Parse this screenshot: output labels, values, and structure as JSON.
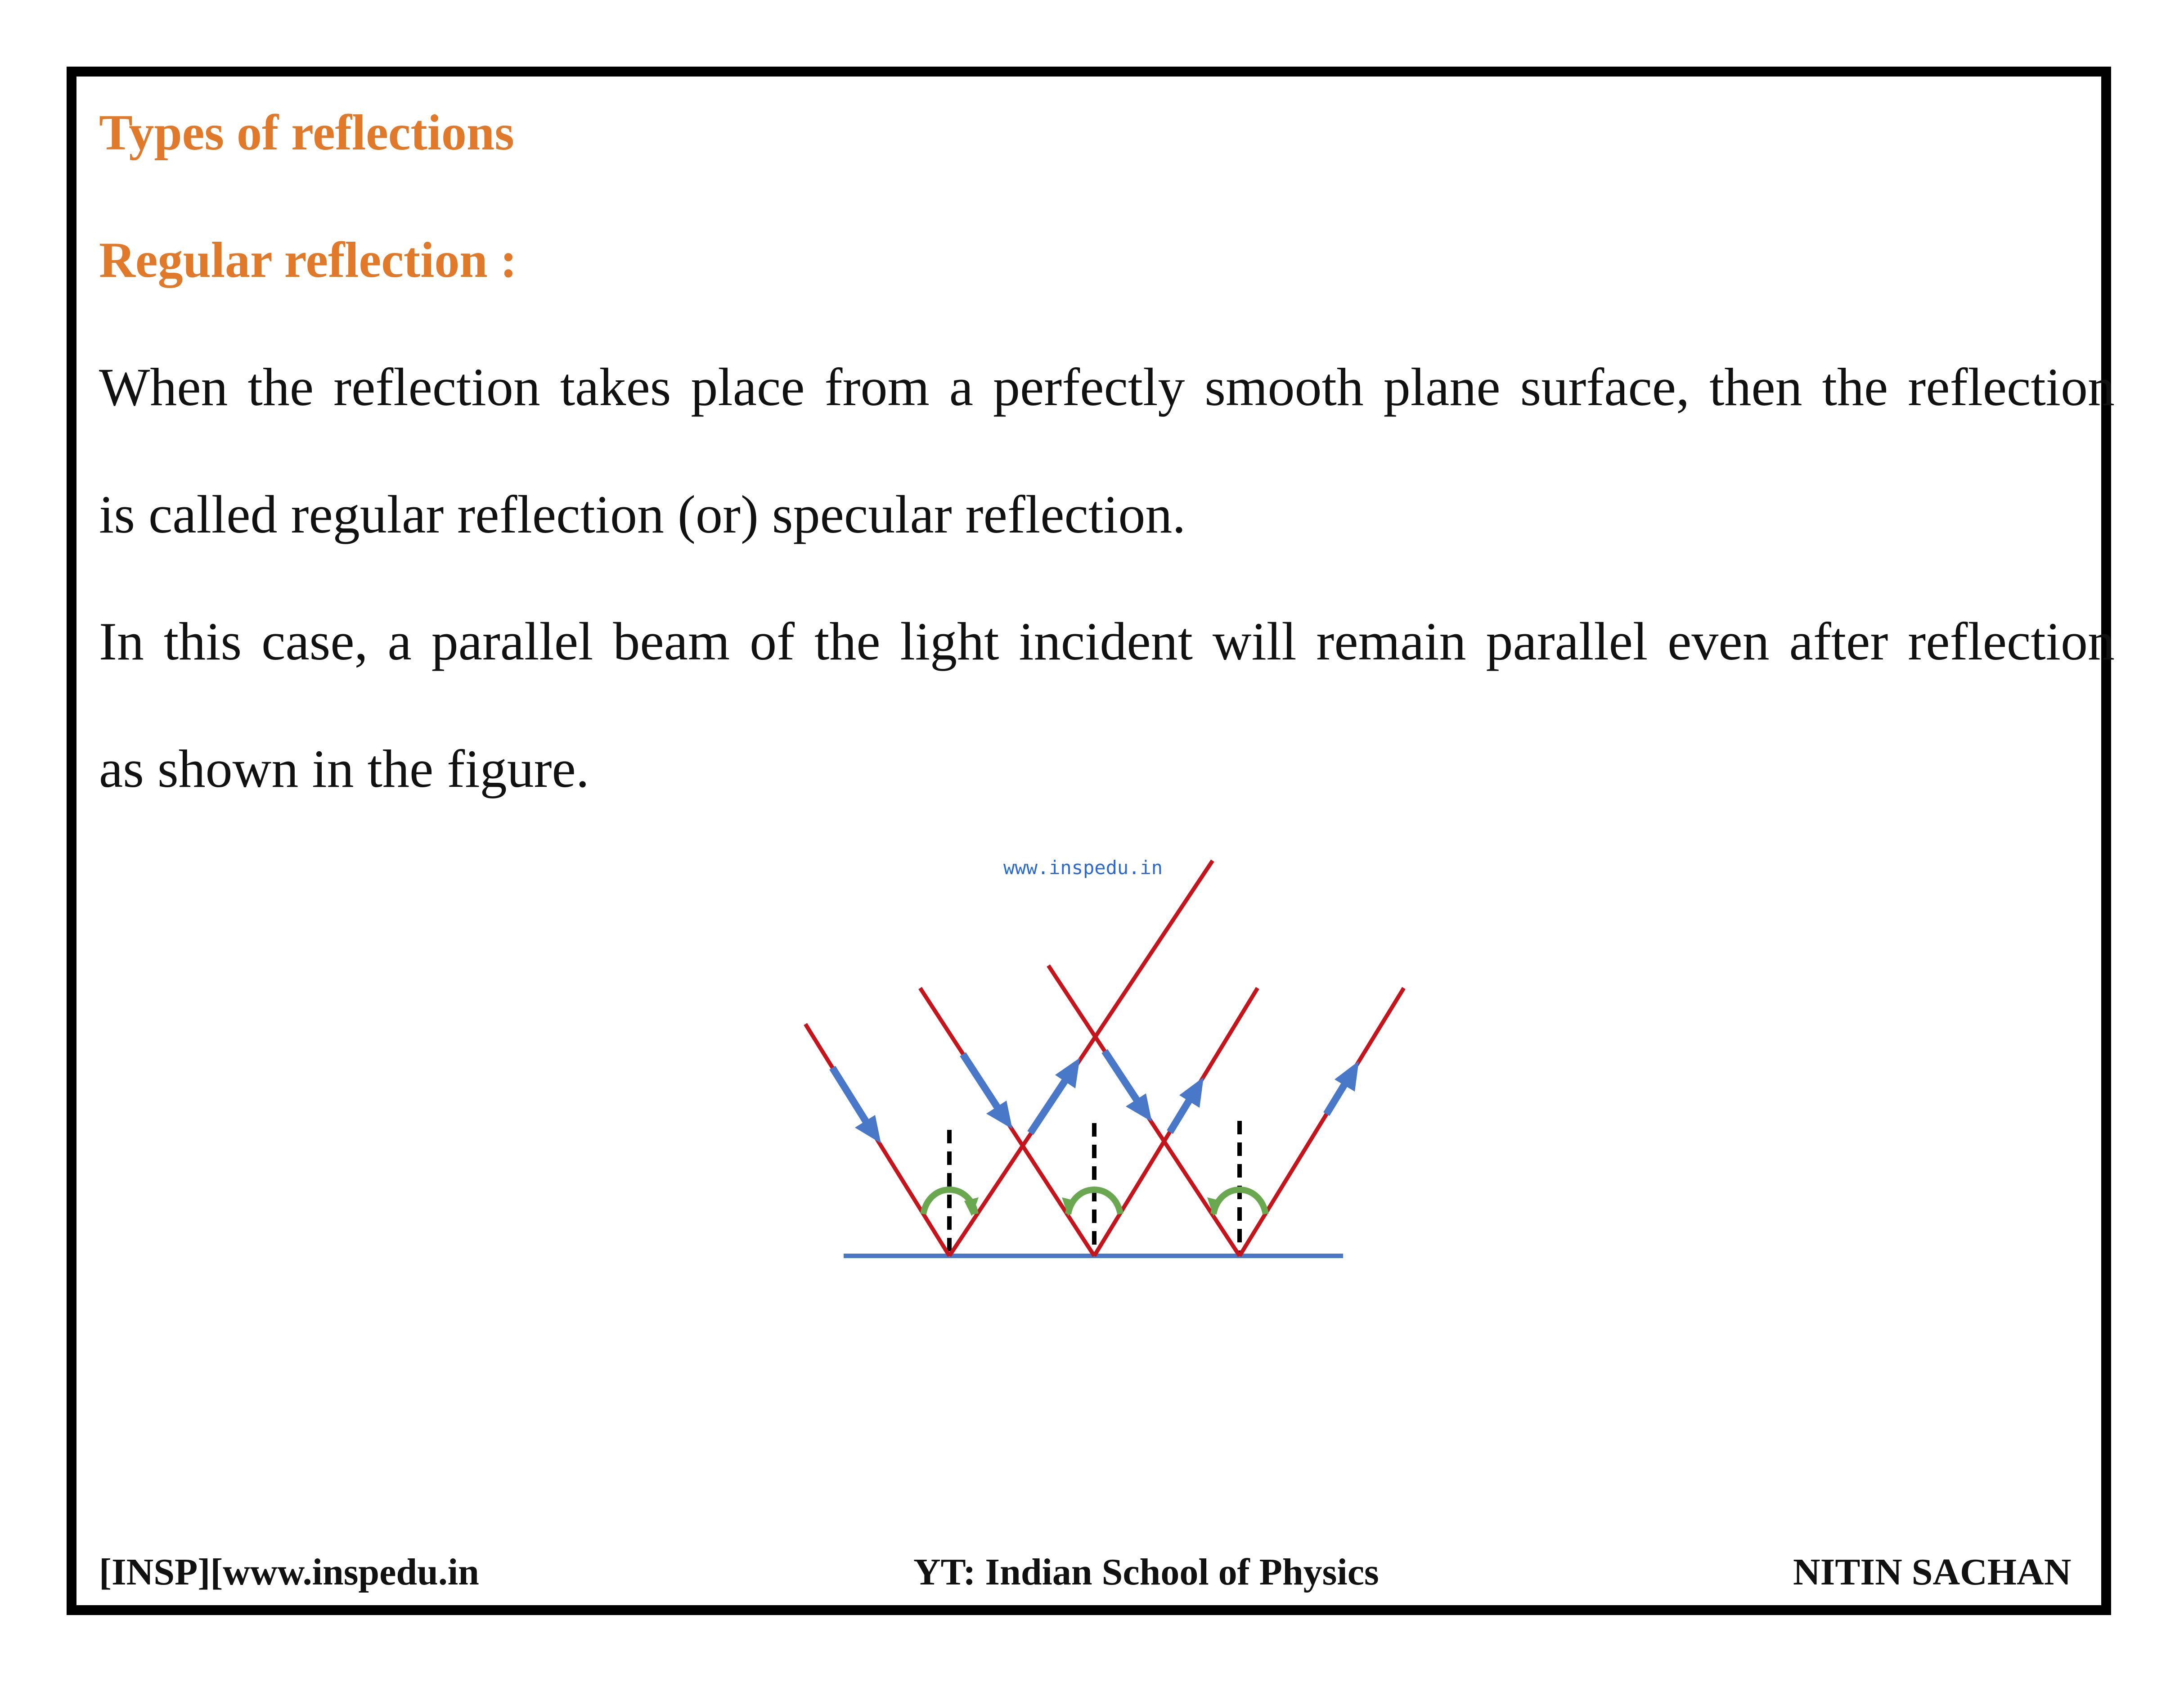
{
  "heading": {
    "title": "Types of reflections",
    "subtitle": "Regular reflection :"
  },
  "body": {
    "line1": "When the reflection takes place from a perfectly smooth plane surface, then the reflection",
    "line2": "is called regular reflection (or) specular reflection.",
    "line3": "In this case, a parallel beam of the light incident will remain parallel even after reflection",
    "line4": "as shown in the figure."
  },
  "figure": {
    "watermark": "www.inspedu.in",
    "colors": {
      "ray": "#c4151c",
      "arrow": "#4a78c9",
      "surface": "#4a78c9",
      "angle_arc": "#6aa84f",
      "normal": "#000000"
    }
  },
  "footer": {
    "left": "[INSP][www.inspedu.in",
    "center": "YT: Indian School of Physics",
    "right": "NITIN SACHAN"
  }
}
